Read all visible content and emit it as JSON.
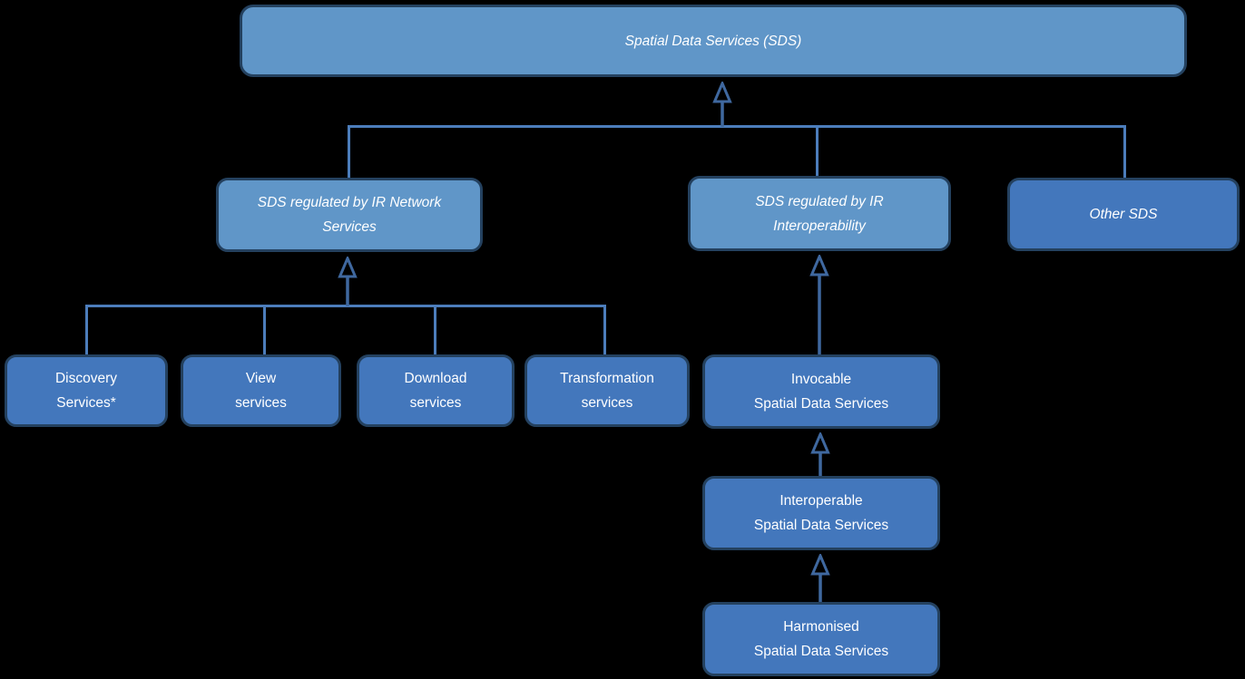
{
  "colors": {
    "background": "#000000",
    "light_node_fill": "#6096C8",
    "dark_node_fill": "#4377BC",
    "node_border": "#24415F",
    "connector_line": "#4C7DBB",
    "arrow": "#3F689F",
    "text": "#FFFFFF"
  },
  "nodes": {
    "root": {
      "lines": [
        "Spatial Data Services (SDS)"
      ]
    },
    "network": {
      "lines": [
        "SDS regulated by IR Network",
        "Services"
      ]
    },
    "interoperability": {
      "lines": [
        "SDS regulated by IR",
        "Interoperability"
      ]
    },
    "other": {
      "lines": [
        "Other SDS"
      ]
    },
    "discovery": {
      "lines": [
        "Discovery",
        "Services*"
      ]
    },
    "view": {
      "lines": [
        "View",
        "services"
      ]
    },
    "download": {
      "lines": [
        "Download",
        "services"
      ]
    },
    "transformation": {
      "lines": [
        "Transformation",
        "services"
      ]
    },
    "invocable": {
      "lines": [
        "Invocable",
        "Spatial Data Services"
      ]
    },
    "interoperable": {
      "lines": [
        "Interoperable",
        "Spatial Data Services"
      ]
    },
    "harmonised": {
      "lines": [
        "Harmonised",
        "Spatial Data Services"
      ]
    }
  }
}
